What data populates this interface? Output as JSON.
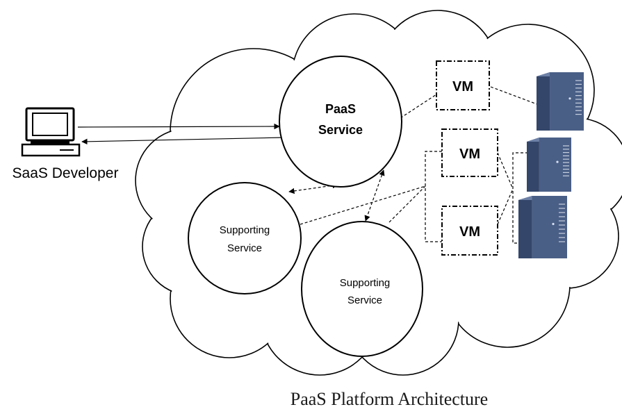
{
  "developer": {
    "label": "SaaS Developer"
  },
  "paas_service": {
    "line1": "PaaS",
    "line2": "Service"
  },
  "supporting_service_1": {
    "line1": "Supporting",
    "line2": "Service"
  },
  "supporting_service_2": {
    "line1": "Supporting",
    "line2": "Service"
  },
  "vms": [
    {
      "label": "VM"
    },
    {
      "label": "VM"
    },
    {
      "label": "VM"
    }
  ],
  "caption": "PaaS Platform Architecture",
  "colors": {
    "server_front": "#4a5f86",
    "server_side": "#34466a",
    "server_top": "#6d80a6"
  },
  "icons": {
    "developer": "computer-terminal-icon",
    "server": "server-tower-icon"
  }
}
